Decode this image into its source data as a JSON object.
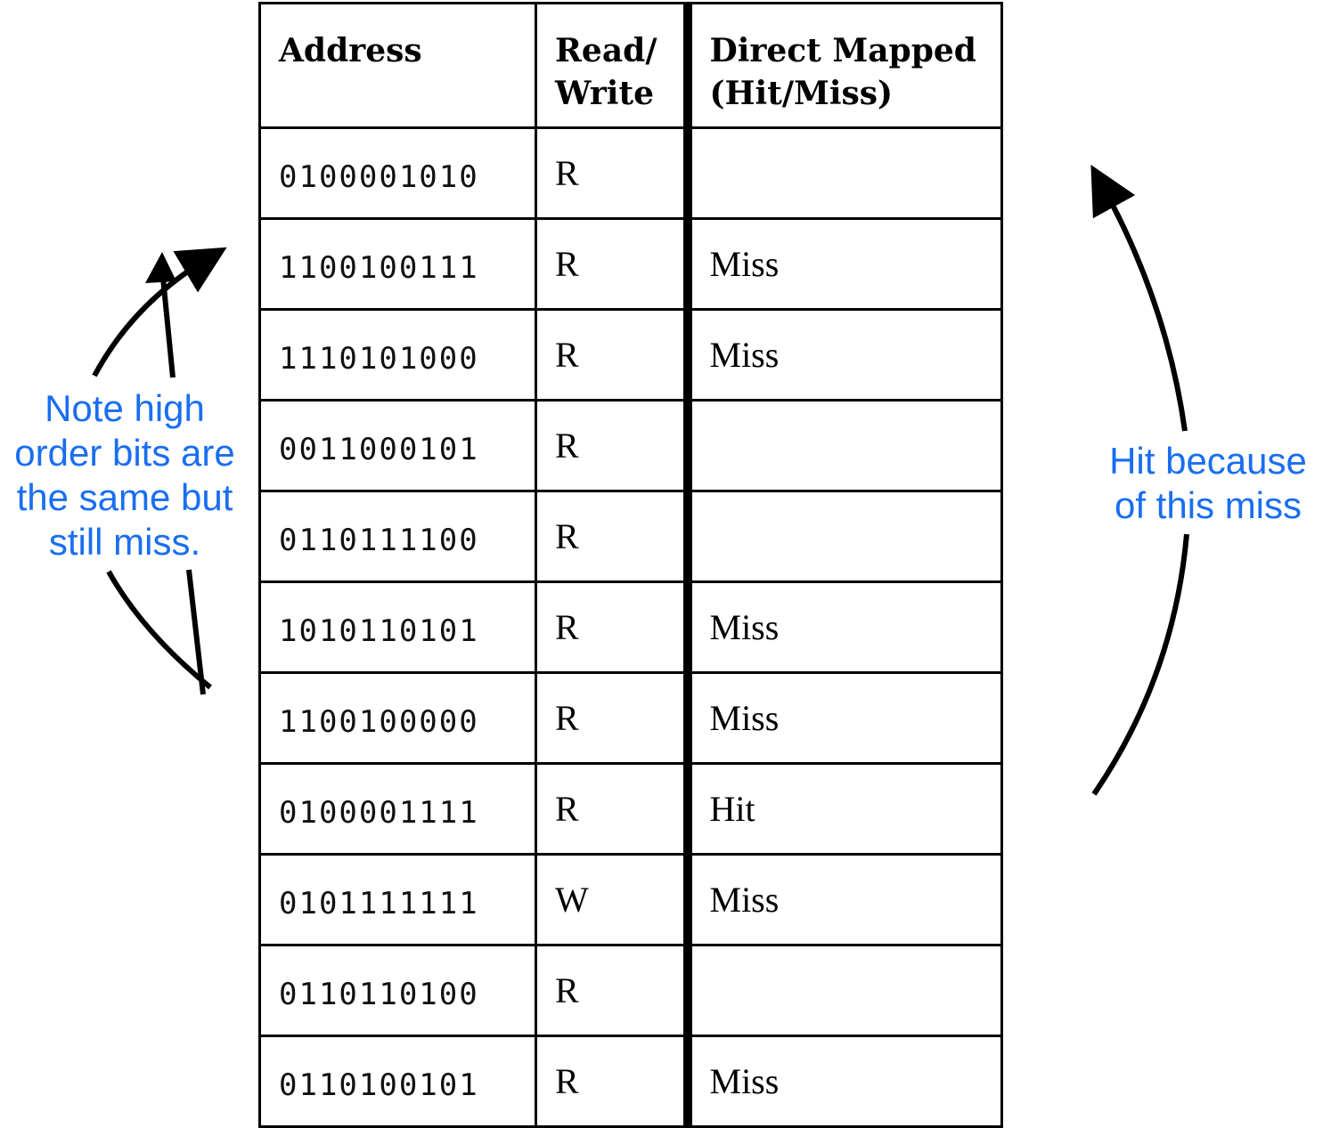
{
  "table": {
    "headers": {
      "address": "Address",
      "read_write": [
        "Read/",
        "Write"
      ],
      "direct_mapped": [
        "Direct Mapped",
        "(Hit/Miss)"
      ]
    },
    "rows": [
      {
        "address": "0100001010",
        "rw": "R",
        "result": ""
      },
      {
        "address": "1100100111",
        "rw": "R",
        "result": "Miss"
      },
      {
        "address": "1110101000",
        "rw": "R",
        "result": "Miss"
      },
      {
        "address": "0011000101",
        "rw": "R",
        "result": ""
      },
      {
        "address": "0110111100",
        "rw": "R",
        "result": ""
      },
      {
        "address": "1010110101",
        "rw": "R",
        "result": "Miss"
      },
      {
        "address": "1100100000",
        "rw": "R",
        "result": "Miss"
      },
      {
        "address": "0100001111",
        "rw": "R",
        "result": "Hit"
      },
      {
        "address": "0101111111",
        "rw": "W",
        "result": "Miss"
      },
      {
        "address": "0110110100",
        "rw": "R",
        "result": ""
      },
      {
        "address": "0110100101",
        "rw": "R",
        "result": "Miss"
      }
    ]
  },
  "annotations": {
    "left_note": [
      "Note high",
      "order bits are",
      "the same but",
      "still miss."
    ],
    "right_note": [
      "Hit because",
      "of this miss"
    ]
  },
  "colors": {
    "annotation": "#1a6ef0",
    "lines": "#000000"
  }
}
